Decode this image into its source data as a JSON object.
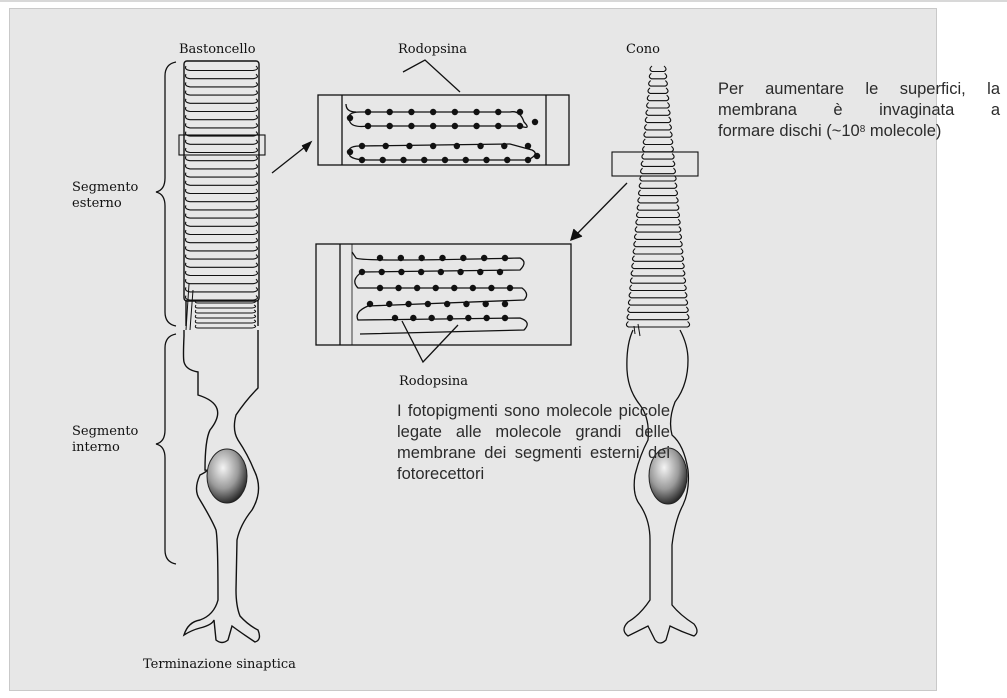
{
  "labels": {
    "rod": "Bastoncello",
    "cone": "Cono",
    "rhodopsin_top": "Rodopsina",
    "rhodopsin_bottom": "Rodopsina",
    "outer_segment_1": "Segmento",
    "outer_segment_2": "esterno",
    "inner_segment_1": "Segmento",
    "inner_segment_2": "interno",
    "synaptic": "Terminazione sinaptica"
  },
  "notes": {
    "membrane_lines": [
      "Per aumentare le superfici, la",
      "membrana è invaginata a"
    ],
    "membrane_last_prefix": "formare dischi (~10",
    "membrane_exponent": "8",
    "membrane_last_suffix": " molecole)",
    "photopigment_lines": [
      "I fotopigmenti sono molecole piccole",
      "legate alle molecole grandi delle",
      "membrane dei segmenti esterni dei",
      "fotorecettori"
    ]
  },
  "colors": {
    "panel": "#e7e7e7",
    "ink": "#111111",
    "note_text": "#2b2b2b"
  }
}
